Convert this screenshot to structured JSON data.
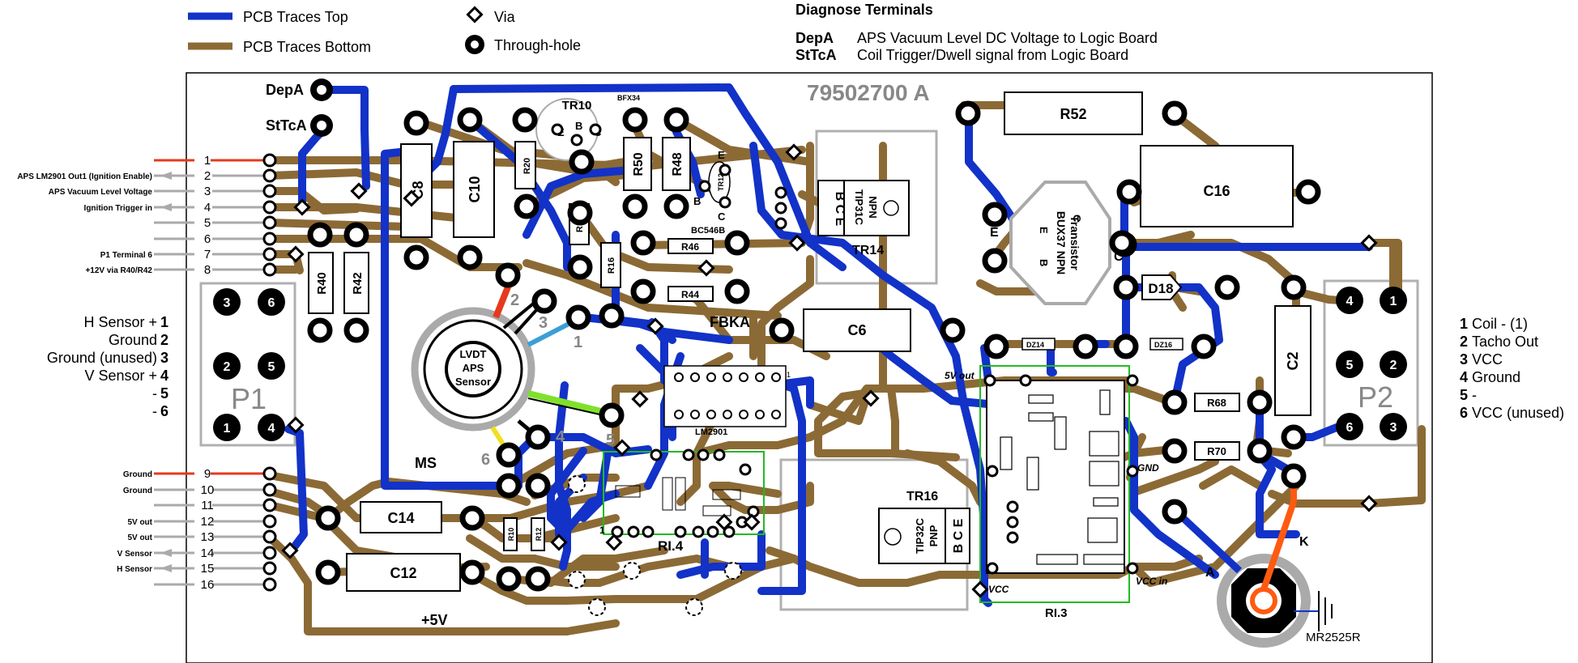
{
  "legend": {
    "traces_top": "PCB Traces Top",
    "traces_bottom": "PCB Traces Bottom",
    "via": "Via",
    "through_hole": "Through-hole"
  },
  "diagnose": {
    "title": "Diagnose Terminals",
    "rows": [
      {
        "code": "DepA",
        "desc": "APS Vacuum Level DC Voltage to Logic Board"
      },
      {
        "code": "StTcA",
        "desc": "Coil Trigger/Dwell signal from Logic Board"
      }
    ]
  },
  "board": {
    "part_number": "79502700 A",
    "terminal_depa": "DepA",
    "terminal_sttca": "StTcA",
    "colors": {
      "top": "#1232c8",
      "bottom": "#8c6a35",
      "red": "#e53a1c",
      "orange": "#ff5a10",
      "outline": "#b0b0b0",
      "green": "#22bb22"
    }
  },
  "left_pins": [
    {
      "num": "1",
      "label": ""
    },
    {
      "num": "2",
      "label": "APS LM2901 Out1 (Ignition Enable)"
    },
    {
      "num": "3",
      "label": "APS Vacuum Level Voltage"
    },
    {
      "num": "4",
      "label": "Ignition Trigger in"
    },
    {
      "num": "5",
      "label": ""
    },
    {
      "num": "6",
      "label": ""
    },
    {
      "num": "7",
      "label": "P1 Terminal 6"
    },
    {
      "num": "8",
      "label": "+12V via R40/R42"
    },
    {
      "num": "9",
      "label": "Ground"
    },
    {
      "num": "10",
      "label": "Ground"
    },
    {
      "num": "11",
      "label": ""
    },
    {
      "num": "12",
      "label": "5V out"
    },
    {
      "num": "13",
      "label": "5V out"
    },
    {
      "num": "14",
      "label": "V Sensor"
    },
    {
      "num": "15",
      "label": "H Sensor"
    },
    {
      "num": "16",
      "label": ""
    }
  ],
  "p1": {
    "label": "P1",
    "legend": [
      {
        "text": "H Sensor +",
        "num": "1"
      },
      {
        "text": "Ground",
        "num": "2"
      },
      {
        "text": "Ground (unused)",
        "num": "3"
      },
      {
        "text": "V Sensor +",
        "num": "4"
      },
      {
        "text": "-",
        "num": "5"
      },
      {
        "text": "-",
        "num": "6"
      }
    ],
    "pins": [
      "3",
      "6",
      "2",
      "5",
      "1",
      "4"
    ]
  },
  "p2": {
    "label": "P2",
    "legend": [
      {
        "num": "1",
        "text": "Coil - (1)"
      },
      {
        "num": "2",
        "text": "Tacho Out"
      },
      {
        "num": "3",
        "text": "VCC"
      },
      {
        "num": "4",
        "text": "Ground"
      },
      {
        "num": "5",
        "text": "-"
      },
      {
        "num": "6",
        "text": "VCC (unused)"
      }
    ],
    "pins": [
      "4",
      "1",
      "5",
      "2",
      "6",
      "3"
    ]
  },
  "components": {
    "c8": "C8",
    "c10": "C10",
    "c14": "C14",
    "c12": "C12",
    "c6": "C6",
    "c16": "C16",
    "c2": "C2",
    "r20": "R20",
    "r18": "R18",
    "r16": "R16",
    "r50": "R50",
    "r48": "R48",
    "r46": "R46",
    "r44": "R44",
    "r40": "R40",
    "r42": "R42",
    "r52": "R52",
    "r68": "R68",
    "r70": "R70",
    "r10": "R10",
    "r12": "R12",
    "tr10": "TR10",
    "bfx34": "BFX34",
    "tr12": "TR12",
    "bc546b": "BC546B",
    "tip31c": "TIP31C",
    "npn": "NPN",
    "bce": "B C E",
    "tr14": "TR14",
    "bux37a": "BUX37 NPN",
    "bux37b": "Transistor",
    "tr16": "TR16",
    "tip32c": "TIP32C",
    "pnp": "PNP",
    "d18": "D18",
    "dz14": "DZ14",
    "dz16": "DZ16",
    "lm2901": "LM2901",
    "ri4": "RI.4",
    "ri3": "RI.3",
    "lvdt1": "LVDT",
    "lvdt2": "APS",
    "lvdt3": "Sensor",
    "fbka": "FBKA",
    "ms": "MS",
    "plus5v": "+5V",
    "five_v_out": "5V out",
    "gnd": "GND",
    "vcc": "VCC",
    "vcc_in": "VCC in",
    "mr2525r": "MR2525R",
    "anode": "A",
    "kathode": "K",
    "pin_e": "E",
    "pin_b": "B",
    "pin_c": "C",
    "one": "1",
    "lvdt_pins": [
      "2",
      "3",
      "1",
      "4",
      "5",
      "6"
    ]
  }
}
